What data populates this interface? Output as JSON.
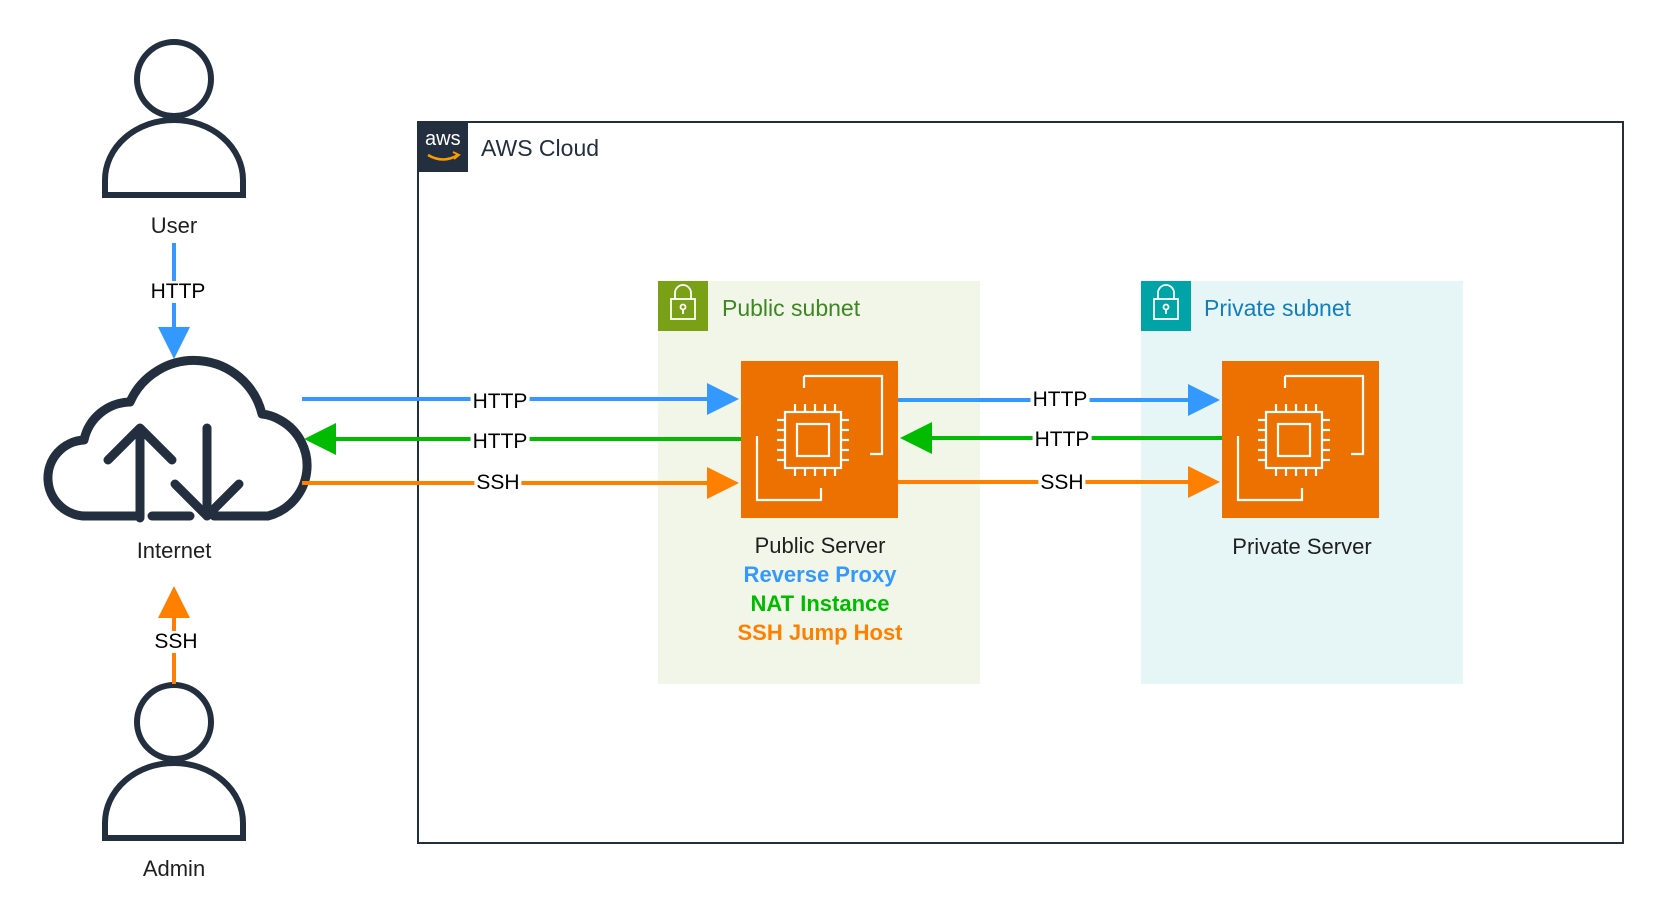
{
  "aws_cloud": {
    "title": "AWS Cloud",
    "badge": "aws",
    "border_color": "#232f3e"
  },
  "actors": {
    "user": {
      "label": "User",
      "icon": "person-icon"
    },
    "admin": {
      "label": "Admin",
      "icon": "person-icon"
    },
    "internet": {
      "label": "Internet",
      "icon": "cloud-upload-download-icon"
    }
  },
  "subnets": {
    "public": {
      "title": "Public subnet",
      "color": "#3f8624",
      "bg": "#f2f6e8",
      "icon": "lock-icon"
    },
    "private": {
      "title": "Private subnet",
      "color": "#147eba",
      "bg": "#e6f6f7",
      "icon": "lock-icon"
    }
  },
  "servers": {
    "public": {
      "name": "Public Server",
      "roles": [
        {
          "text": "Reverse Proxy",
          "color": "#3399ff"
        },
        {
          "text": "NAT Instance",
          "color": "#00bb00"
        },
        {
          "text": "SSH Jump Host",
          "color": "#ff8000"
        }
      ],
      "icon": "ec2-instance-icon",
      "color": "#ed7100"
    },
    "private": {
      "name": "Private Server",
      "icon": "ec2-instance-icon",
      "color": "#ed7100"
    }
  },
  "edges": {
    "user_to_internet": "HTTP",
    "admin_to_internet": "SSH",
    "internet_to_public_http": "HTTP",
    "public_to_internet_http": "HTTP",
    "internet_to_public_ssh": "SSH",
    "public_to_private_http": "HTTP",
    "private_to_public_http": "HTTP",
    "public_to_private_ssh": "SSH"
  },
  "colors": {
    "http": "#3399ff",
    "nat": "#00bb00",
    "ssh": "#ff8000"
  }
}
